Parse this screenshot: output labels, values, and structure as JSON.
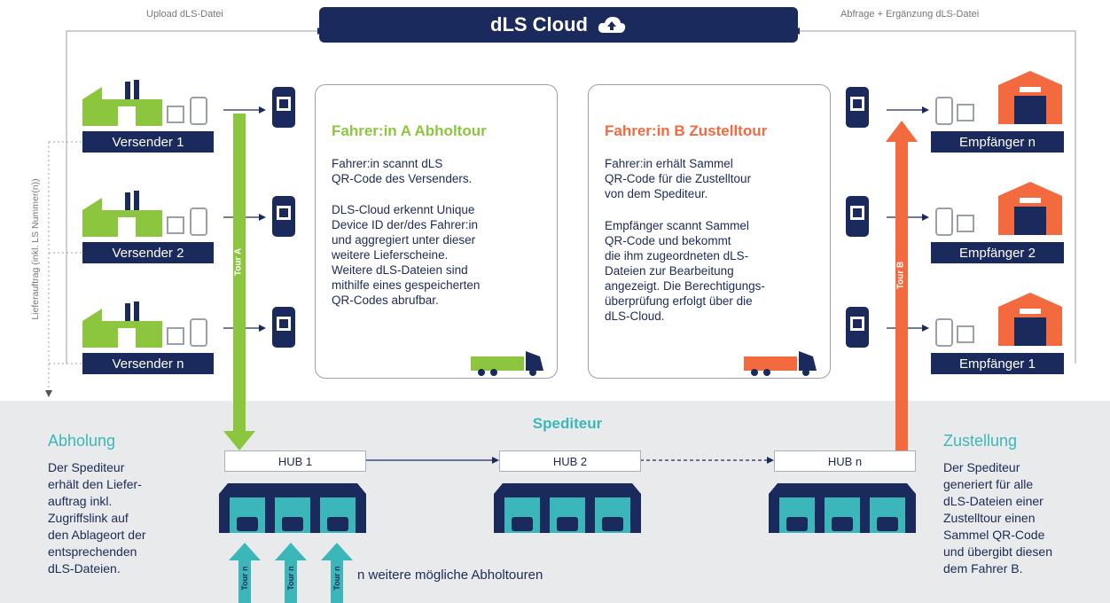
{
  "header": {
    "cloud_title": "dLS Cloud",
    "upload_label": "Upload dLS-Datei",
    "query_label": "Abfrage + Ergänzung dLS-Datei"
  },
  "left_vertical_label": "Lieferauftrag (inkl. LS Nummer(n))",
  "senders": [
    "Versender 1",
    "Versender 2",
    "Versender n"
  ],
  "receivers": [
    "Empfänger n",
    "Empfänger 2",
    "Empfänger 1"
  ],
  "tour_a_label": "Tour A",
  "tour_b_label": "Tour B",
  "panel_a": {
    "title": "Fahrer:in A Abholtour",
    "para1": "Fahrer:in scannt dLS\nQR-Code des Versenders.",
    "para2": "DLS-Cloud erkennt Unique\nDevice ID der/des Fahrer:in\nund aggregiert unter dieser\nweitere Lieferscheine.\nWeitere dLS-Dateien sind\nmithilfe eines gespeicherten\nQR-Codes abrufbar."
  },
  "panel_b": {
    "title": "Fahrer:in B Zustelltour",
    "para1": "Fahrer:in erhält Sammel\nQR-Code für die Zustelltour\nvon dem Spediteur.",
    "para2": "Empfänger scannt Sammel\nQR-Code und bekommt\ndie ihm zugeordneten dLS-\nDateien zur Bearbeitung\nangezeigt. Die Berechtigungs-\nüberprüfung erfolgt über die\ndLS-Cloud."
  },
  "spediteur_title": "Spediteur",
  "hubs": [
    "HUB 1",
    "HUB 2",
    "HUB n"
  ],
  "abholung": {
    "title": "Abholung",
    "text": "Der Spediteur\nerhält den Liefer-\nauftrag inkl.\nZugriffslink auf\nden Ablageort der\nentsprechenden\ndLS-Dateien."
  },
  "zustellung": {
    "title": "Zustellung",
    "text": "Der Spediteur\ngeneriert für alle\ndLS-Dateien einer\nZustelltour einen\nSammel QR-Code\nund übergibt diesen\ndem Fahrer B."
  },
  "tour_n_label": "Tour n",
  "more_tours_label": "n weitere mögliche Abholtouren",
  "colors": {
    "navy": "#1b2a5c",
    "green": "#8cc63f",
    "orange": "#f26a3d",
    "teal": "#3bb7ba",
    "band": "#e9eaec"
  }
}
